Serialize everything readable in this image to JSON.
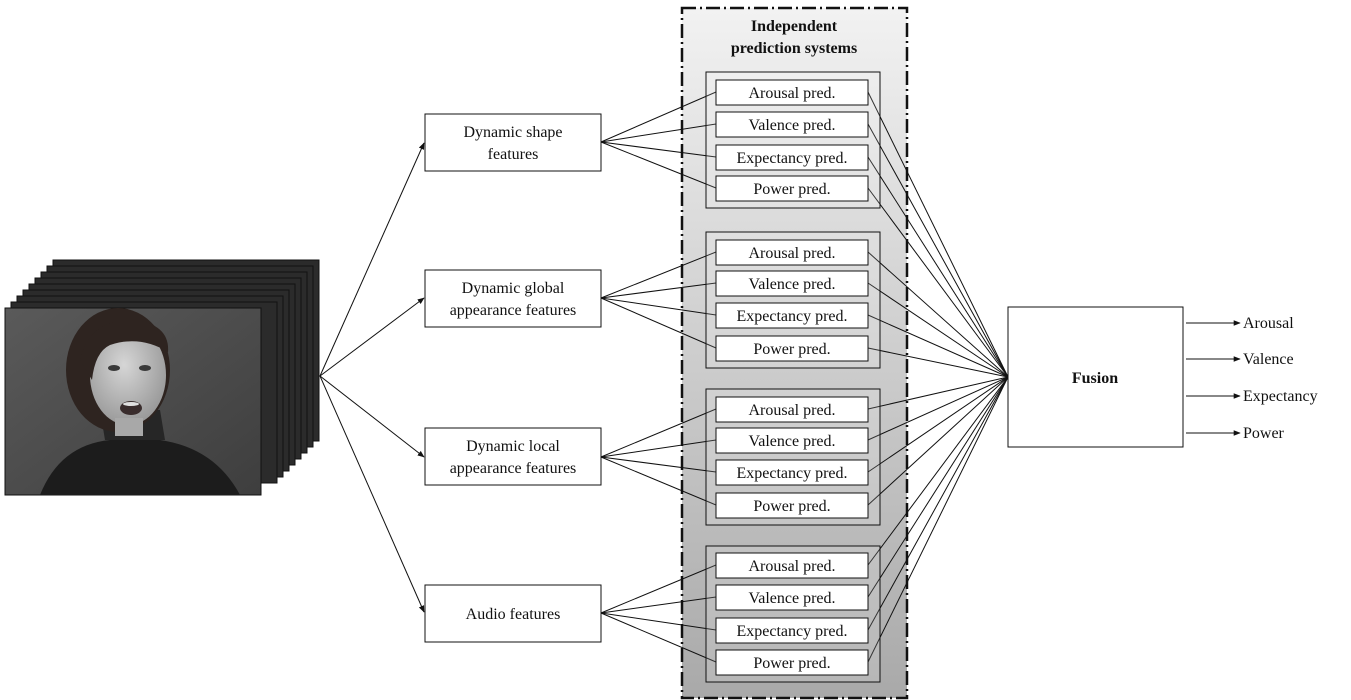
{
  "panel": {
    "title_line1": "Independent",
    "title_line2": "prediction systems"
  },
  "features": [
    {
      "line1": "Dynamic shape",
      "line2": "features"
    },
    {
      "line1": "Dynamic global",
      "line2": "appearance features"
    },
    {
      "line1": "Dynamic local",
      "line2": "appearance features"
    },
    {
      "line1": "Audio features",
      "line2": ""
    }
  ],
  "predictors": [
    "Arousal pred.",
    "Valence pred.",
    "Expectancy pred.",
    "Power pred."
  ],
  "fusion": {
    "label": "Fusion"
  },
  "outputs": [
    "Arousal",
    "Valence",
    "Expectancy",
    "Power"
  ],
  "colors": {
    "panel_top": "#f2f2f2",
    "panel_bottom": "#a9a9a9",
    "frame": "#3a3a3a",
    "line": "#111111"
  }
}
